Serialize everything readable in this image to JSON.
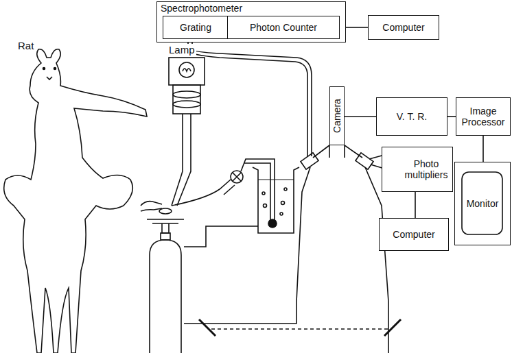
{
  "diagram": {
    "nodes": [
      {
        "text": [
          "Spectrophotometer"
        ]
      },
      {
        "text": [
          "Grating"
        ],
        "in": 0
      },
      {
        "text": [
          "Photon Counter"
        ],
        "in": 0
      },
      {
        "text": [
          "Computer"
        ]
      },
      {
        "text": [
          "Camera"
        ]
      },
      {
        "text": [
          "V. T. R."
        ]
      },
      {
        "text": [
          "Image Processor"
        ]
      },
      {
        "text": [
          "Monitor"
        ]
      },
      {
        "text": [
          "Photo multipliers"
        ]
      },
      {
        "text": [
          "Computer"
        ]
      }
    ],
    "edges": [
      {
        "from": 0,
        "to": 3,
        "arrow": "none"
      },
      {
        "from": 4,
        "to": 5,
        "arrow": "none"
      },
      {
        "from": 5,
        "to": 6,
        "arrow": "none"
      },
      {
        "from": 6,
        "to": 7,
        "arrow": "none"
      },
      {
        "from": 8,
        "to": 9,
        "arrow": "none"
      }
    ],
    "labels": [
      "Rat",
      "Lamp"
    ]
  }
}
